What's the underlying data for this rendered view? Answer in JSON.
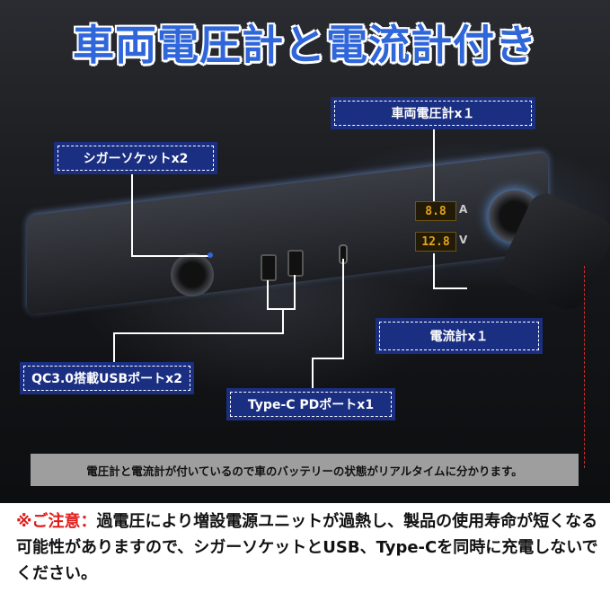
{
  "title": "車両電圧計と電流計付き",
  "labels": {
    "voltmeter": "車両電圧計x１",
    "cigar": "シガーソケットx2",
    "ammeter": "電流計x１",
    "usb": "QC3.0搭載USBポートx2",
    "typec": "Type-C PDポートx1"
  },
  "meters": {
    "amp_value": "8.8",
    "amp_unit": "A",
    "volt_value": "12.8",
    "volt_unit": "V"
  },
  "banner": "電圧計と電流計が付いているので車のバッテリーの状態がリアルタイムに分かります。",
  "notice": {
    "warn_label": "※ご注意：",
    "text": "過電圧により増設電源ユニットが過熱し、製品の使用寿命が短くなる可能性がありますので、シガーソケットとUSB、Type-Cを同時に充電しないでください。"
  },
  "colors": {
    "title": "#2f66d9",
    "label_bg": "#1b2f82",
    "warn": "#e01b1b"
  }
}
